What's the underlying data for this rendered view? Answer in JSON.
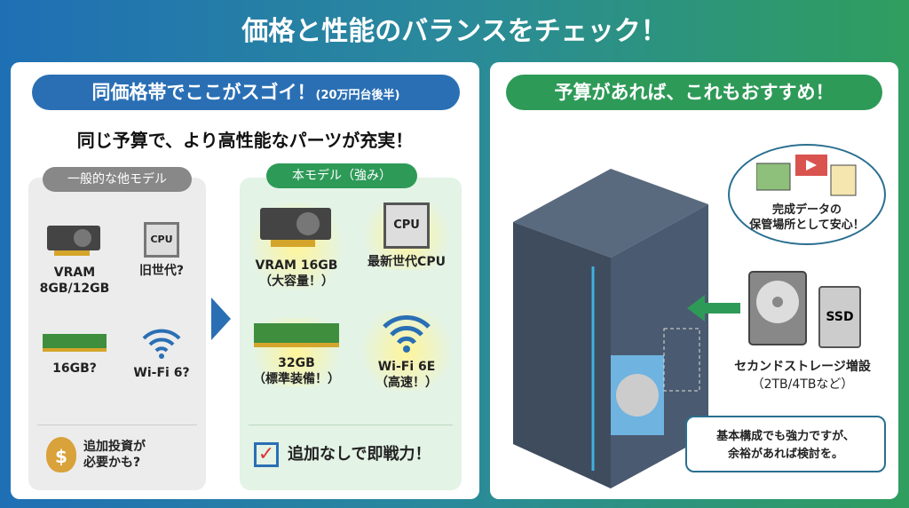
{
  "title": "価格と性能のバランスをチェック！",
  "left": {
    "header": "同価格帯でここがスゴイ！",
    "header_note": "(20万円台後半)",
    "subtitle": "同じ予算で、より高性能なパーツが充実！",
    "generic": {
      "tag": "一般的な他モデル",
      "items": [
        {
          "icon": "gpu-icon",
          "label": "VRAM\n8GB/12GB"
        },
        {
          "icon": "cpu-icon",
          "label": "旧世代?",
          "chip": "CPU"
        },
        {
          "icon": "ram-icon",
          "label": "16GB?"
        },
        {
          "icon": "wifi-icon",
          "label": "Wi-Fi 6?"
        }
      ],
      "footer": "追加投資が\n必要かも?",
      "footer_icon": "money-bag-icon"
    },
    "ours": {
      "tag": "本モデル（強み）",
      "items": [
        {
          "icon": "gpu-icon",
          "label": "VRAM 16GB\n（大容量！）"
        },
        {
          "icon": "cpu-icon",
          "label": "最新世代CPU",
          "chip": "CPU"
        },
        {
          "icon": "ram-icon",
          "label": "32GB\n（標準装備！）"
        },
        {
          "icon": "wifi-icon",
          "label": "Wi-Fi 6E\n（高速！）"
        }
      ],
      "footer": "追加なしで即戦力！",
      "footer_icon": "checkbox-icon"
    }
  },
  "right": {
    "header": "予算があれば、これもおすすめ！",
    "bubble": "完成データの\n保管場所として安心！",
    "ssd_label": "SSD",
    "storage_label": "セカンドストレージ増設",
    "storage_note": "（2TB/4TBなど）",
    "note": "基本構成でも強力ですが、\n余裕があれば検討を。"
  },
  "colors": {
    "blue": "#2a6fb4",
    "green": "#2e9a58"
  }
}
